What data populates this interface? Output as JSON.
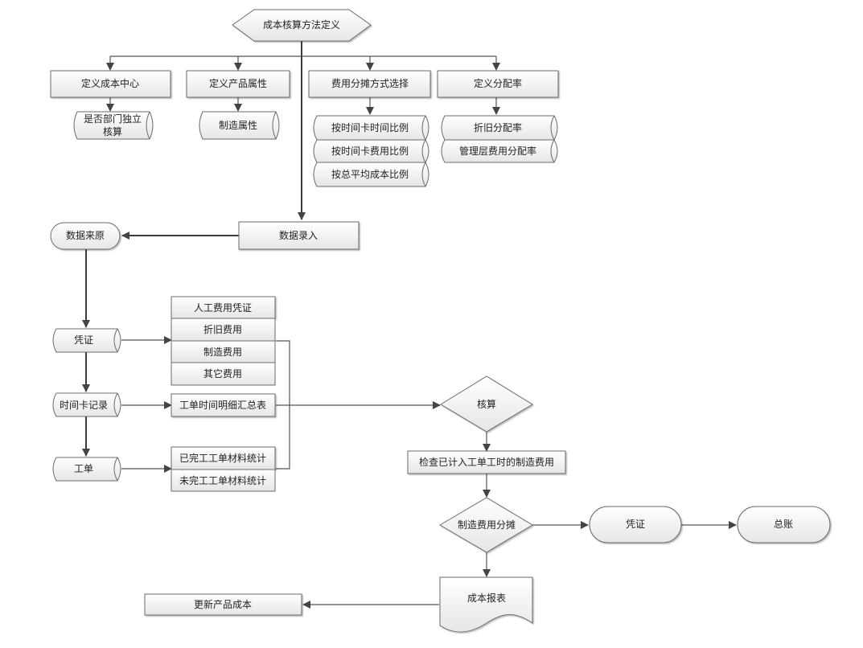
{
  "diagram": {
    "title": "成本核算方法定义",
    "top_steps": [
      {
        "label": "定义成本中心",
        "options": [
          "是否部门独立",
          "核算"
        ]
      },
      {
        "label": "定义产品属性",
        "options": [
          "制造属性"
        ]
      },
      {
        "label": "费用分摊方式选择",
        "options": [
          "按时间卡时间比例",
          "按时间卡费用比例",
          "按总平均成本比例"
        ]
      },
      {
        "label": "定义分配率",
        "options": [
          "折旧分配率",
          "管理层费用分配率"
        ]
      }
    ],
    "data_entry": "数据录入",
    "data_source": "数据来原",
    "sources": [
      "凭证",
      "时间卡记录",
      "工单"
    ],
    "voucher_items": [
      "人工费用凭证",
      "折旧费用",
      "制造费用",
      "其它费用"
    ],
    "timecard_summary": "工单时间明细汇总表",
    "workorder_items": [
      "已完工工单材料统计",
      "未完工工单材料统计"
    ],
    "accounting": "核算",
    "check_step": "检查已计入工单工时的制造费用",
    "allocation": "制造费用分摊",
    "voucher_out": "凭证",
    "ledger": "总账",
    "cost_report": "成本报表",
    "update_cost": "更新产品成本"
  }
}
